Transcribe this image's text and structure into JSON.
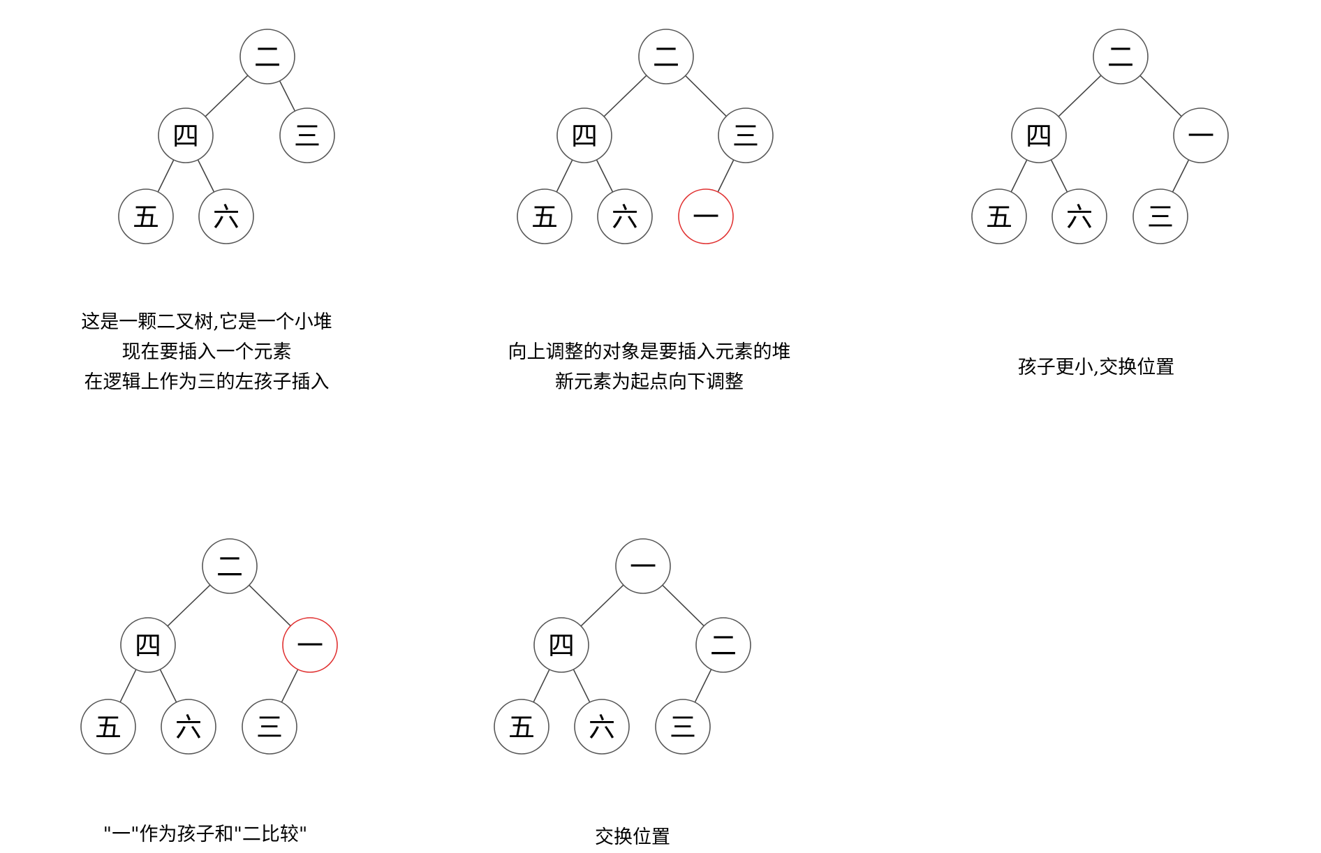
{
  "colors": {
    "node_stroke": "#555555",
    "highlight_stroke": "#e03030",
    "edge": "#444444",
    "text": "#000000",
    "background": "#ffffff"
  },
  "panels": [
    {
      "id": "step-1",
      "nodes": [
        {
          "id": "n1",
          "label": "二",
          "highlight": false
        },
        {
          "id": "n2",
          "label": "四",
          "highlight": false
        },
        {
          "id": "n3",
          "label": "三",
          "highlight": false
        },
        {
          "id": "n4",
          "label": "五",
          "highlight": false
        },
        {
          "id": "n5",
          "label": "六",
          "highlight": false
        }
      ],
      "edges": [
        [
          "n1",
          "n2"
        ],
        [
          "n1",
          "n3"
        ],
        [
          "n2",
          "n4"
        ],
        [
          "n2",
          "n5"
        ]
      ],
      "caption": [
        "这是一颗二叉树,它是一个小堆",
        "现在要插入一个元素",
        "在逻辑上作为三的左孩子插入"
      ]
    },
    {
      "id": "step-2",
      "nodes": [
        {
          "id": "n1",
          "label": "二",
          "highlight": false
        },
        {
          "id": "n2",
          "label": "四",
          "highlight": false
        },
        {
          "id": "n3",
          "label": "三",
          "highlight": false
        },
        {
          "id": "n4",
          "label": "五",
          "highlight": false
        },
        {
          "id": "n5",
          "label": "六",
          "highlight": false
        },
        {
          "id": "n6",
          "label": "一",
          "highlight": true
        }
      ],
      "edges": [
        [
          "n1",
          "n2"
        ],
        [
          "n1",
          "n3"
        ],
        [
          "n2",
          "n4"
        ],
        [
          "n2",
          "n5"
        ],
        [
          "n3",
          "n6"
        ]
      ],
      "caption": [
        "向上调整的对象是要插入元素的堆",
        "新元素为起点向下调整"
      ]
    },
    {
      "id": "step-3",
      "nodes": [
        {
          "id": "n1",
          "label": "二",
          "highlight": false
        },
        {
          "id": "n2",
          "label": "四",
          "highlight": false
        },
        {
          "id": "n3",
          "label": "一",
          "highlight": false
        },
        {
          "id": "n4",
          "label": "五",
          "highlight": false
        },
        {
          "id": "n5",
          "label": "六",
          "highlight": false
        },
        {
          "id": "n6",
          "label": "三",
          "highlight": false
        }
      ],
      "edges": [
        [
          "n1",
          "n2"
        ],
        [
          "n1",
          "n3"
        ],
        [
          "n2",
          "n4"
        ],
        [
          "n2",
          "n5"
        ],
        [
          "n3",
          "n6"
        ]
      ],
      "caption": [
        "孩子更小,交换位置"
      ]
    },
    {
      "id": "step-4",
      "nodes": [
        {
          "id": "n1",
          "label": "二",
          "highlight": false
        },
        {
          "id": "n2",
          "label": "四",
          "highlight": false
        },
        {
          "id": "n3",
          "label": "一",
          "highlight": true
        },
        {
          "id": "n4",
          "label": "五",
          "highlight": false
        },
        {
          "id": "n5",
          "label": "六",
          "highlight": false
        },
        {
          "id": "n6",
          "label": "三",
          "highlight": false
        }
      ],
      "edges": [
        [
          "n1",
          "n2"
        ],
        [
          "n1",
          "n3"
        ],
        [
          "n2",
          "n4"
        ],
        [
          "n2",
          "n5"
        ],
        [
          "n3",
          "n6"
        ]
      ],
      "caption": [
        "\"一\"作为孩子和\"二比较\""
      ]
    },
    {
      "id": "step-5",
      "nodes": [
        {
          "id": "n1",
          "label": "一",
          "highlight": false
        },
        {
          "id": "n2",
          "label": "四",
          "highlight": false
        },
        {
          "id": "n3",
          "label": "二",
          "highlight": false
        },
        {
          "id": "n4",
          "label": "五",
          "highlight": false
        },
        {
          "id": "n5",
          "label": "六",
          "highlight": false
        },
        {
          "id": "n6",
          "label": "三",
          "highlight": false
        }
      ],
      "edges": [
        [
          "n1",
          "n2"
        ],
        [
          "n1",
          "n3"
        ],
        [
          "n2",
          "n4"
        ],
        [
          "n2",
          "n5"
        ],
        [
          "n3",
          "n6"
        ]
      ],
      "caption": [
        "交换位置"
      ]
    }
  ]
}
